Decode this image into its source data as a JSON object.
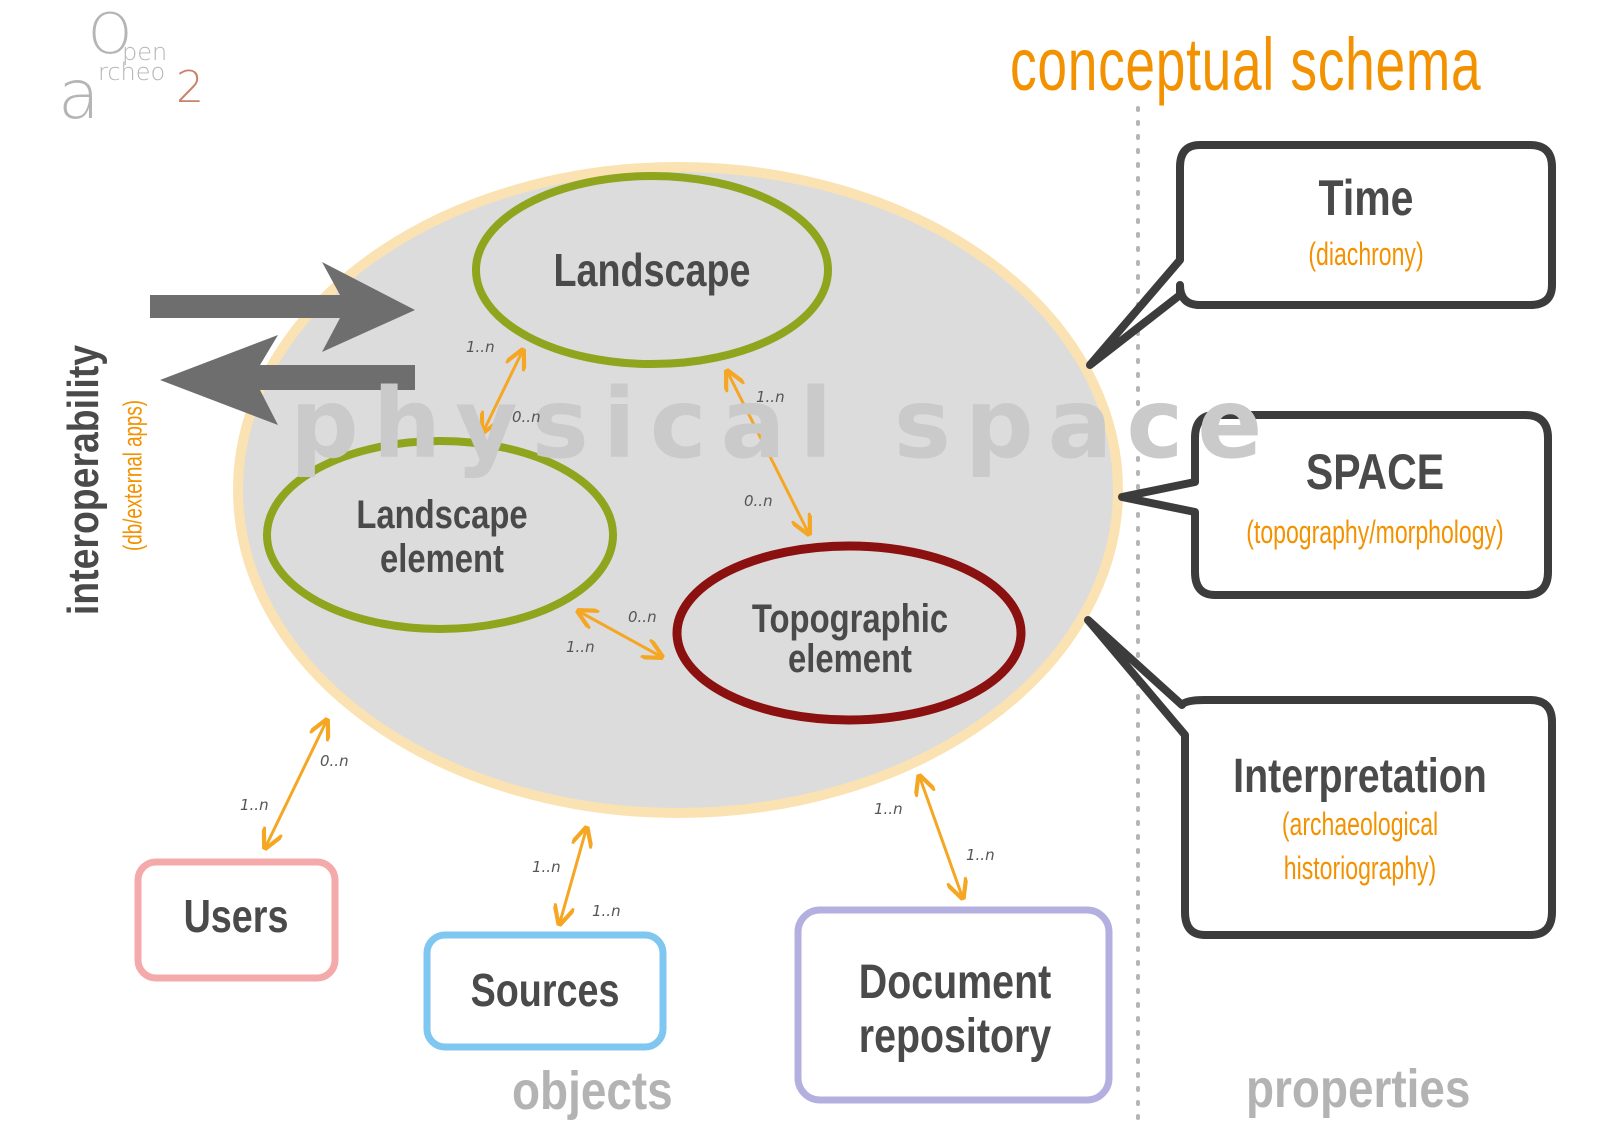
{
  "logo": {
    "big_o": "O",
    "pen": "pen",
    "rcheo": "rcheo",
    "big_a": "a",
    "number": "2"
  },
  "title": "conceptual schema",
  "watermark": "physical space",
  "interop": {
    "label": "interoperability",
    "sub": "(db/external apps)"
  },
  "nodes": {
    "landscape": "Landscape",
    "landscape_element": [
      "Landscape",
      "element"
    ],
    "topographic_element": [
      "Topographic",
      "element"
    ]
  },
  "multiplicities": {
    "m1": "1..n",
    "m2": "0..n",
    "m3": "1..n",
    "m4": "0..n",
    "m5": "0..n",
    "m6": "1..n",
    "m7": "0..n",
    "m8": "1..n",
    "m9": "1..n",
    "m10": "1..n",
    "m11": "1..n",
    "m12": "1..n"
  },
  "objects": {
    "users": "Users",
    "sources": "Sources",
    "document_repository": [
      "Document",
      "repository"
    ]
  },
  "properties": {
    "time": {
      "title": "Time",
      "sub": "(diachrony)"
    },
    "space": {
      "title": "SPACE",
      "sub": "(topography/morphology)"
    },
    "interpretation": {
      "title": "Interpretation",
      "sub": [
        "(archaeological",
        "historiography)"
      ]
    }
  },
  "sections": {
    "objects": "objects",
    "properties": "properties"
  },
  "colors": {
    "orange": "#f39200",
    "olive": "#8ea51d",
    "dark_red": "#8b1010",
    "gray_fill": "#dcdcdc",
    "pink": "#f4a9ab",
    "blue": "#7fc6f0",
    "lavender": "#b3b0e0",
    "dark": "#3c3c3c"
  }
}
